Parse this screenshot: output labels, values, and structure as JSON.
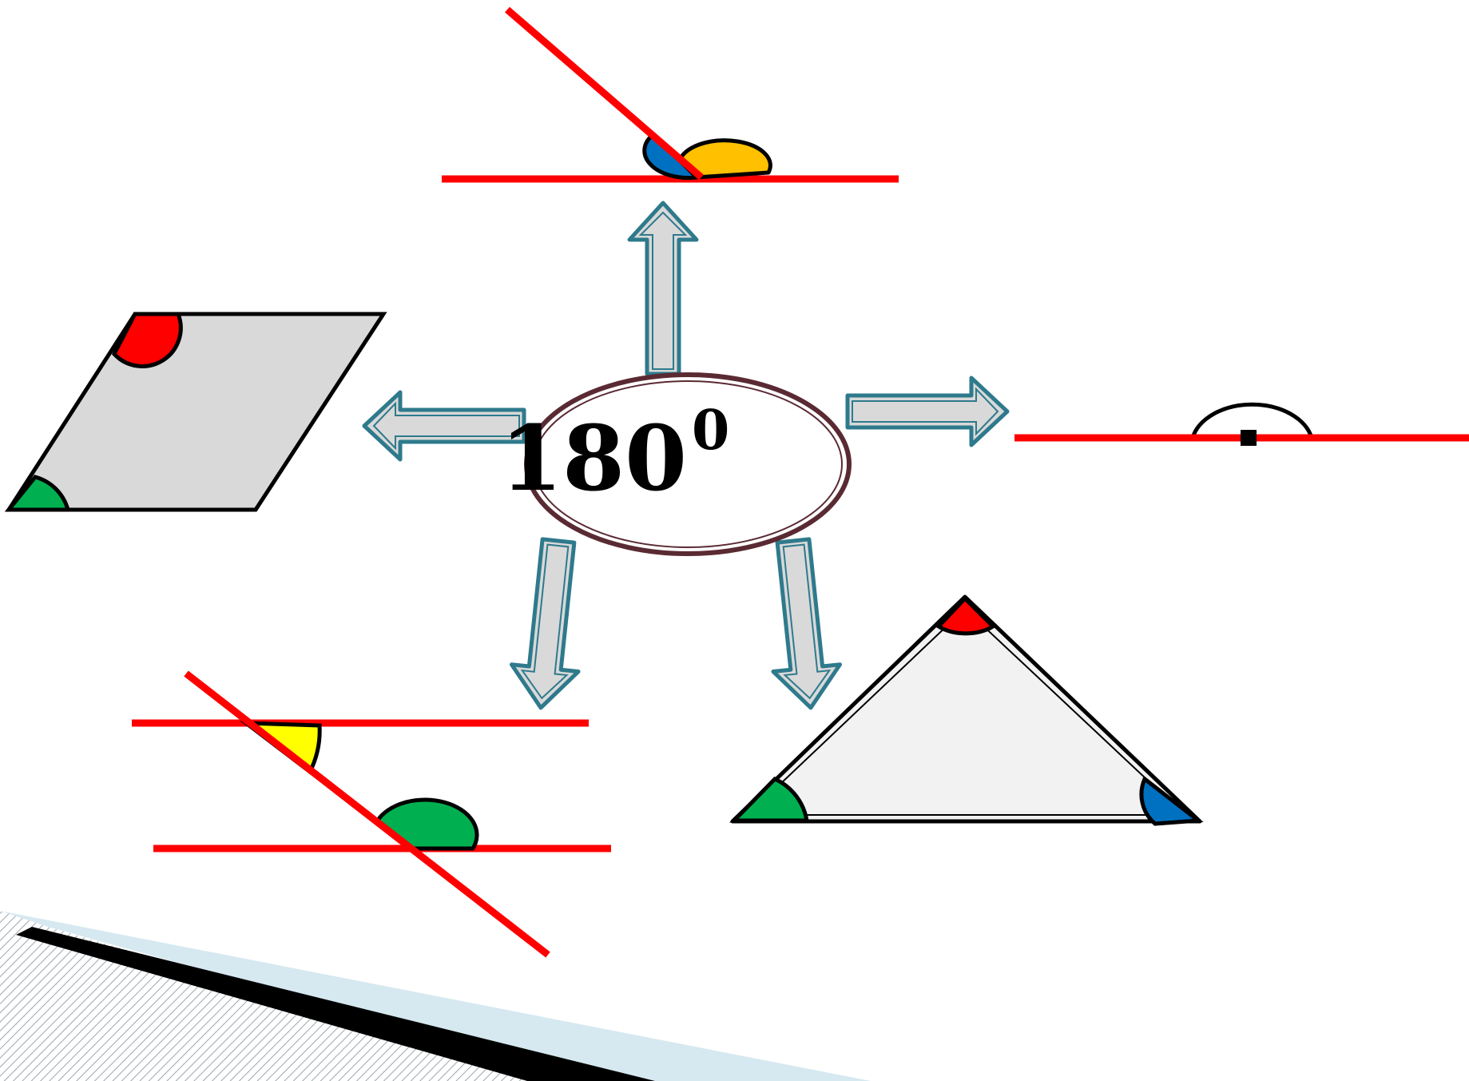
{
  "center": {
    "value": "180",
    "superscript": "0"
  },
  "colors": {
    "line": "#ff0000",
    "arrow_fill": "#d9d9d9",
    "arrow_stroke": "#2e7a8c",
    "ellipse_stroke": "#5a2a33",
    "shape_fill": "#d9d9d9",
    "triangle_fill": "#f2f2f2",
    "angle_red": "#ff0000",
    "angle_green": "#00b050",
    "angle_blue": "#0070c0",
    "angle_orange": "#ffc000",
    "angle_yellow": "#ffff00",
    "ribbon_light": "#d6e8f0",
    "ribbon_dark": "#000000"
  },
  "figures": [
    "adjacent-angles",
    "parallelogram-consecutive-angles",
    "straight-angle",
    "parallel-lines-transversal-angles",
    "triangle-angle-sum"
  ]
}
